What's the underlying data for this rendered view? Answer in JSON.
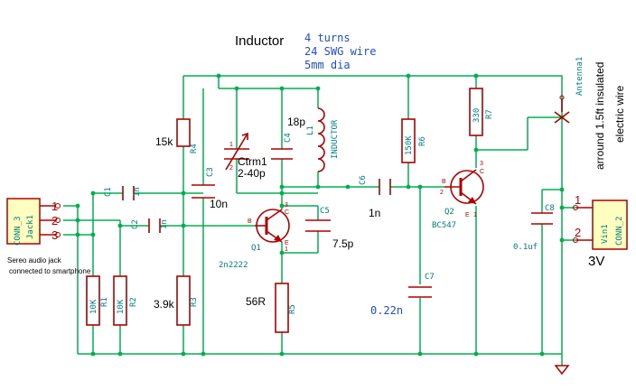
{
  "notes": {
    "inductor_title": "Inductor",
    "inductor_line1": "4 turns",
    "inductor_line2": "24 SWG wire",
    "inductor_line3": "5mm dia",
    "antenna_line1": "arround 1.5ft insulated",
    "antenna_line2": "electric wire",
    "jack_line1": "Sereo audio jack",
    "jack_line2": "connected to smartphone",
    "supply": "3V"
  },
  "components": {
    "conn3": {
      "ref": "CONN_3",
      "name": "Jack1",
      "pins": [
        "1",
        "2",
        "3"
      ]
    },
    "conn2": {
      "ref": "CONN_2",
      "name": "Vin1",
      "pins": [
        "1",
        "2"
      ]
    },
    "antenna": {
      "ref": "Antenna1"
    },
    "c1": {
      "ref": "C1",
      "value": "1n"
    },
    "c2": {
      "ref": "C2",
      "value": "1n"
    },
    "c3": {
      "ref": "C3",
      "value": "10n"
    },
    "c4": {
      "ref": "C4",
      "value": "18p"
    },
    "c5": {
      "ref": "C5",
      "value": "7.5p"
    },
    "c6": {
      "ref": "C6",
      "value": "1n"
    },
    "c7": {
      "ref": "C7",
      "value": "0.22n"
    },
    "c8": {
      "ref": "C8",
      "value": "0.1uf"
    },
    "ctrm": {
      "ref": "Ctrm1",
      "value": "2-40p"
    },
    "l1": {
      "ref": "L1",
      "value": "INDUCTOR"
    },
    "r1": {
      "ref": "R1",
      "value": "10K"
    },
    "r2": {
      "ref": "R2",
      "value": "10K"
    },
    "r3": {
      "ref": "R3",
      "value": "3.9k"
    },
    "r4": {
      "ref": "R4",
      "value": "15k"
    },
    "r5": {
      "ref": "R5",
      "value": "56R"
    },
    "r6": {
      "ref": "R6",
      "value": "150K"
    },
    "r7": {
      "ref": "R7",
      "value": "330"
    },
    "q1": {
      "ref": "Q1",
      "value": "2n2222"
    },
    "q2": {
      "ref": "Q2",
      "value": "BC547"
    }
  },
  "pin_letters": {
    "b": "B",
    "c": "C",
    "e": "E",
    "one": "1",
    "two": "2",
    "three": "3"
  }
}
